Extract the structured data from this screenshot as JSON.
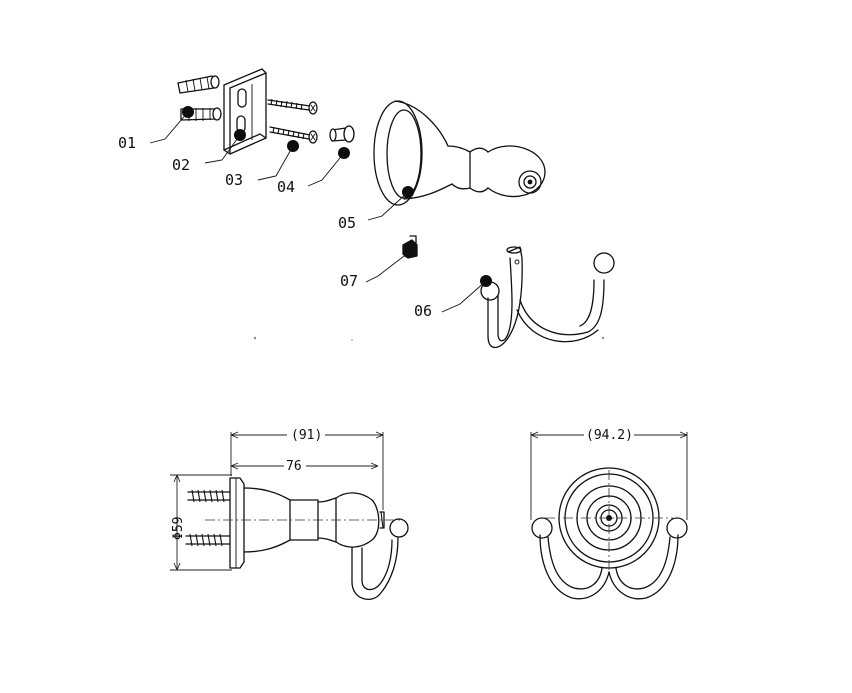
{
  "part_labels": {
    "p01": "01",
    "p02": "02",
    "p03": "03",
    "p04": "04",
    "p05": "05",
    "p06": "06",
    "p07": "07"
  },
  "dimensions": {
    "side_overall": "(91)",
    "side_body": "76",
    "side_diameter": "Φ59",
    "front_overall": "(94.2)"
  }
}
